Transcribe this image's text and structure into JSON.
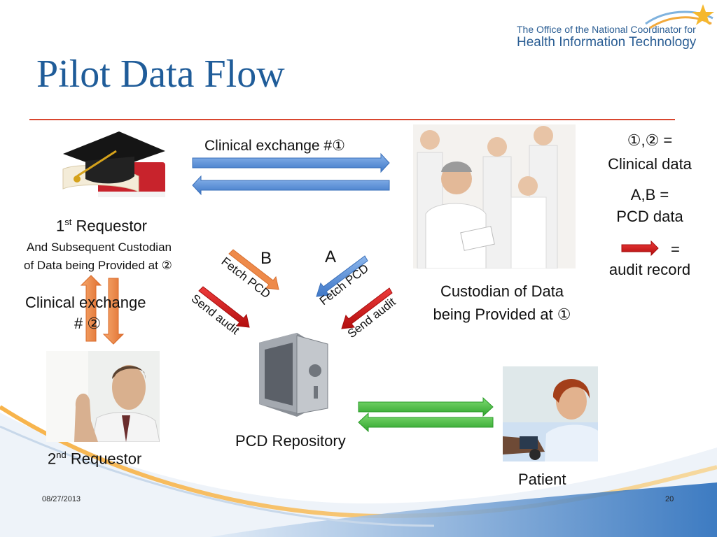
{
  "slide": {
    "title": "Pilot Data Flow",
    "date": "08/27/2013",
    "page_number": "20"
  },
  "logo": {
    "line1": "The Office of the National Coordinator for",
    "line2": "Health Information Technology"
  },
  "nodes": {
    "requestor1": {
      "title_base": "1",
      "title_sup": "st",
      "title_rest": " Requestor",
      "sub_line1": "And Subsequent Custodian",
      "sub_line2": "of Data being Provided at ②"
    },
    "requestor2": {
      "title_base": "2",
      "title_sup": "nd",
      "title_rest": " Requestor"
    },
    "custodian": {
      "line1": "Custodian of Data",
      "line2": "being Provided at ①"
    },
    "repository": {
      "label": "PCD Repository"
    },
    "patient": {
      "label": "Patient"
    }
  },
  "flows": {
    "clinical_exchange_1": "Clinical exchange #①",
    "clinical_exchange_2_line1": "Clinical exchange",
    "clinical_exchange_2_line2": "# ②",
    "label_b": "B",
    "label_a": "A",
    "fetch_pcd_b": "Fetch PCD",
    "send_audit_b": "Send audit",
    "fetch_pcd_a": "Fetch PCD",
    "send_audit_a": "Send audit"
  },
  "legend": {
    "clinical_symbols": "①,② =",
    "clinical_text": "Clinical data",
    "pcd_symbols": "A,B =",
    "pcd_text": "PCD data",
    "audit_equals": "=",
    "audit_text": "audit record"
  },
  "colors": {
    "title": "#1f5c99",
    "rule": "#d9462f",
    "blue_arrow": "#5b8fd6",
    "orange_arrow": "#ee8a4a",
    "red_arrow": "#d11c1c",
    "green_arrow": "#4fbf4a"
  },
  "icons": {
    "requestor1": "graduation-cap-icon",
    "custodian": "medical-team-icon",
    "requestor2": "man-at-window-icon",
    "repository": "safe-icon",
    "patient": "patient-blood-pressure-icon",
    "logo": "star-swoosh-icon"
  }
}
